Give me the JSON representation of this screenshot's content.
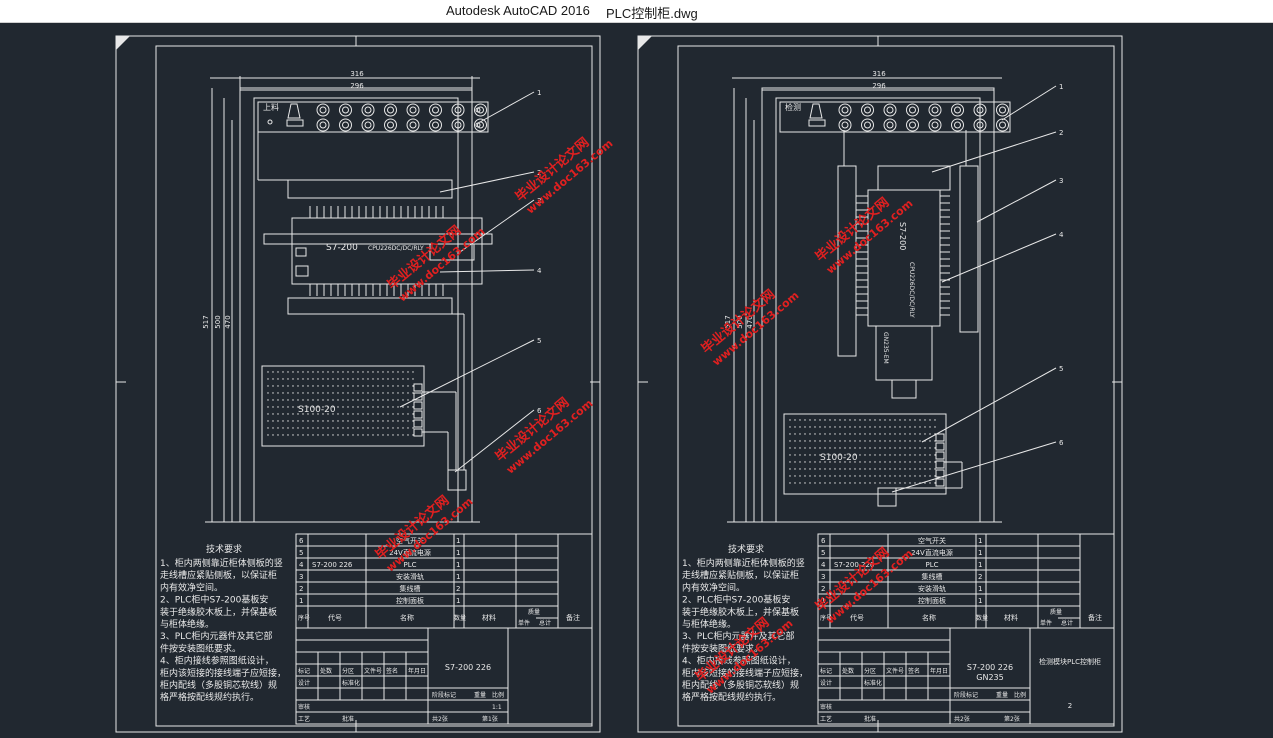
{
  "app": {
    "name": "Autodesk AutoCAD 2016",
    "document": "PLC控制柜.dwg"
  },
  "colors": {
    "canvas": "#212830",
    "line": "#e8e8e8",
    "watermark": "#e02020"
  },
  "watermarks": {
    "cn": "毕业设计论文网",
    "url": "www.doc163.com"
  },
  "sheets": [
    {
      "dims": {
        "outer_w": "316",
        "inner_w": "296",
        "h1": "517",
        "h2": "500",
        "h3": "470"
      },
      "panel_label": "上料",
      "plc_label": "S7-200",
      "plc_model": "CPU226DC/DC/RLY",
      "power_label": "S100-20",
      "leaders": [
        "1",
        "2",
        "3",
        "4",
        "5",
        "6"
      ],
      "notes_title": "技术要求",
      "notes": [
        "1、柜内两侧靠近柜体侧板的竖",
        "走线槽应紧贴侧板，以保证柜",
        "内有效净空间。",
        "2、PLC柜中S7-200基板安",
        "装于绝缘胶木板上，并保基板",
        "与柜体绝缘。",
        "3、PLC柜内元器件及其它部",
        "件按安装图纸要求。",
        "4、柜内接线参照图纸设计，",
        "柜内该短接的接线端子应短接，",
        "柜内配线（多股铜芯软线）规",
        "格严格按配线规约执行。"
      ],
      "bom": [
        {
          "no": "6",
          "code": "",
          "name": "空气开关",
          "qty": "1"
        },
        {
          "no": "5",
          "code": "",
          "name": "24V直流电源",
          "qty": "1"
        },
        {
          "no": "4",
          "code": "S7-200 226",
          "name": "PLC",
          "qty": "1"
        },
        {
          "no": "3",
          "code": "",
          "name": "安装滑轨",
          "qty": "1"
        },
        {
          "no": "2",
          "code": "",
          "name": "集线槽",
          "qty": "2"
        },
        {
          "no": "1",
          "code": "",
          "name": "控制面板",
          "qty": "1"
        }
      ],
      "bom_head": {
        "no": "序号",
        "code": "代号",
        "name": "名称",
        "qty": "数量",
        "mat": "材料",
        "mass": "质量",
        "single": "单件",
        "total": "总计",
        "remark": "备注"
      },
      "title_block": {
        "drawing_no": "S7-200 226",
        "drawing_no2": "",
        "drawing_name": "",
        "sheet_mark": "阶段标记",
        "weight": "重量",
        "scale_h": "比例",
        "scale": "1:1",
        "total_sheets": "共2张",
        "sheet": "第1张",
        "row_labels": [
          "标记",
          "处数",
          "分区",
          "文件号",
          "签名",
          "年月日"
        ],
        "design": "设计",
        "std": "标准化",
        "review": "审核",
        "process": "工艺",
        "approve": "批准",
        "big_no": ""
      }
    },
    {
      "dims": {
        "outer_w": "316",
        "inner_w": "296",
        "h1": "517",
        "h2": "500",
        "h3": "470"
      },
      "panel_label": "检测",
      "plc_label": "S7-200",
      "plc_model": "CPU226DC/DC/RLY",
      "ext_label": "GN235-EM",
      "power_label": "S100-20",
      "leaders": [
        "1",
        "2",
        "3",
        "4",
        "5",
        "6"
      ],
      "notes_title": "技术要求",
      "notes": [
        "1、柜内两侧靠近柜体侧板的竖",
        "走线槽应紧贴侧板，以保证柜",
        "内有效净空间。",
        "2、PLC柜中S7-200基板安",
        "装于绝缘胶木板上，并保基板",
        "与柜体绝缘。",
        "3、PLC柜内元器件及其它部",
        "件按安装图纸要求。",
        "4、柜内接线参照图纸设计，",
        "柜内该短接的接线端子应短接，",
        "柜内配线（多股铜芯软线）规",
        "格严格按配线规约执行。"
      ],
      "bom": [
        {
          "no": "6",
          "code": "",
          "name": "空气开关",
          "qty": "1"
        },
        {
          "no": "5",
          "code": "",
          "name": "24V直流电源",
          "qty": "1"
        },
        {
          "no": "4",
          "code": "S7-200 226",
          "name": "PLC",
          "qty": "1"
        },
        {
          "no": "3",
          "code": "",
          "name": "集线槽",
          "qty": "2"
        },
        {
          "no": "2",
          "code": "",
          "name": "安装滑轨",
          "qty": "1"
        },
        {
          "no": "1",
          "code": "",
          "name": "控制面板",
          "qty": "1"
        }
      ],
      "bom_head": {
        "no": "序号",
        "code": "代号",
        "name": "名称",
        "qty": "数量",
        "mat": "材料",
        "mass": "质量",
        "single": "单件",
        "total": "总计",
        "remark": "备注"
      },
      "title_block": {
        "drawing_no": "S7-200 226",
        "drawing_no2": "GN235",
        "drawing_name": "检测模块PLC控制柜",
        "sheet_mark": "阶段标记",
        "weight": "重量",
        "scale_h": "比例",
        "scale": "",
        "total_sheets": "共2张",
        "sheet": "第2张",
        "row_labels": [
          "标记",
          "处数",
          "分区",
          "文件号",
          "签名",
          "年月日"
        ],
        "design": "设计",
        "std": "标准化",
        "review": "审核",
        "process": "工艺",
        "approve": "批准",
        "big_no": "2"
      }
    }
  ]
}
